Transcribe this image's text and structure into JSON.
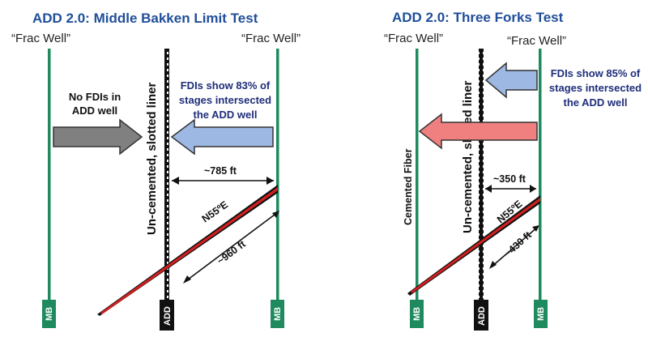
{
  "colors": {
    "title": "#1f4e9a",
    "frac_well": "#1e8a5e",
    "tag_box": "#1e8a5e",
    "add_box": "#111111",
    "fdi_note": "#1f2e7a",
    "grey_arrow": "#808080",
    "blue_arrow": "#9db9e3",
    "red_arrow": "#f08080",
    "fracture": "#d42020"
  },
  "left_panel": {
    "title": "ADD 2.0: Middle Bakken Limit Test",
    "frac_well_left_label": "“Frac Well”",
    "frac_well_right_label": "“Frac Well”",
    "no_fdi_note": [
      "No FDIs in",
      "ADD well"
    ],
    "fdi_note": [
      "FDIs show 83% of",
      "stages intersected",
      "the ADD well"
    ],
    "liner_label": "Un-cemented, slotted liner",
    "distance_horizontal": "~785 ft",
    "distance_diagonal": "~960 ft",
    "azimuth": "N55ºE",
    "tag_left": "MB",
    "tag_center": "ADD",
    "tag_right": "MB"
  },
  "right_panel": {
    "title": "ADD 2.0: Three Forks Test",
    "frac_well_left_label": "“Frac Well”",
    "frac_well_right_label": "“Frac Well”",
    "fdi_note": [
      "FDIs show 85% of",
      "stages intersected",
      "the ADD well"
    ],
    "fiber_label": "Cemented Fiber",
    "liner_label": "Un-cemented, slotted liner",
    "distance_horizontal": "~350 ft",
    "distance_diagonal": "~430 ft",
    "azimuth": "N55ºE",
    "tag_left": "MB",
    "tag_center": "ADD",
    "tag_right": "MB"
  }
}
